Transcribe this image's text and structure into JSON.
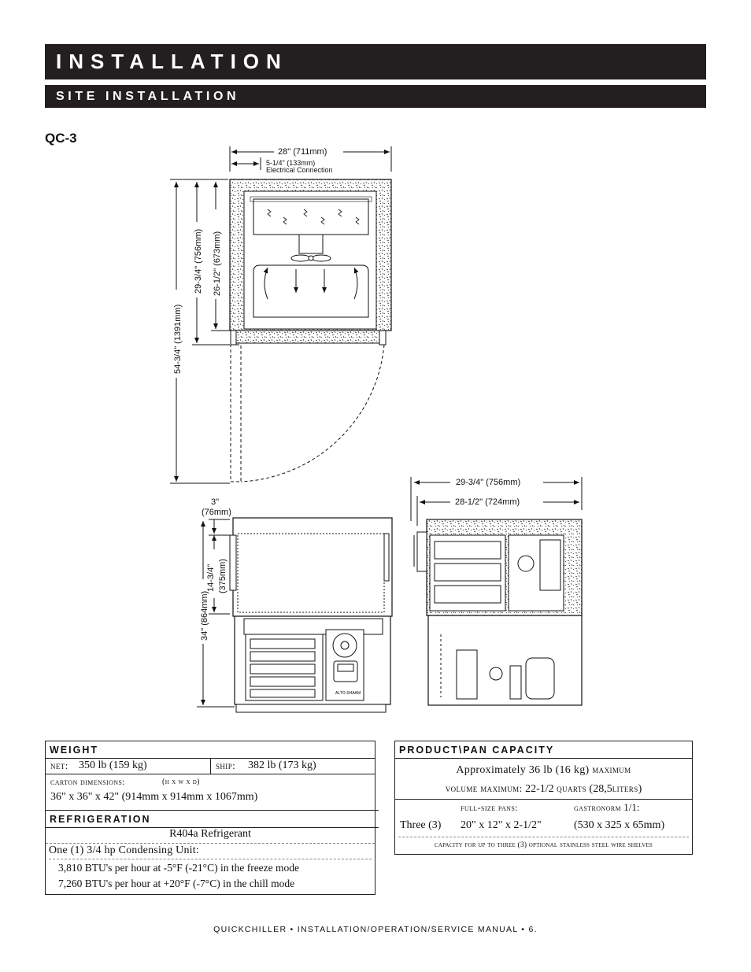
{
  "header": {
    "title": "INSTALLATION",
    "subtitle": "SITE INSTALLATION"
  },
  "model": "QC-3",
  "dimensions": {
    "width_top": "28\"  (711mm)",
    "elec_offset": "5-1/4\"  (133mm)",
    "elec_label": "Electrical Connection",
    "door_swing": "54-3/4\"  (1391mm)",
    "depth_outer": "29-3/4\"  (756mm)",
    "depth_inner": "26-1/2\"  (673mm)",
    "side_depth_outer": "29-3/4\"  (756mm)",
    "side_depth_inner": "28-1/2\"  (724mm)",
    "top_gap_value": "3\"",
    "top_gap_mm": "(76mm)",
    "cabinet_height_value": "14-3/4\"",
    "cabinet_height_mm": "(375mm)",
    "overall_height": "34\" (864mm)",
    "brand": "ALTO-SHAAM"
  },
  "weight": {
    "heading": "WEIGHT",
    "net_label": "net:",
    "net_value": "350 lb (159 kg)",
    "ship_label": "ship:",
    "ship_value": "382 lb (173 kg)",
    "carton_label": "carton dimensions:",
    "carton_hwd": "(h x w x d)",
    "carton_value": "36\" x 36\" x 42\" (914mm x 914mm x 1067mm)"
  },
  "refrigeration": {
    "heading": "REFRIGERATION",
    "refrigerant": "R404a Refrigerant",
    "unit": "One (1) 3/4 hp Condensing Unit:",
    "freeze": "3,810 BTU's per hour at -5°F (-21°C) in the freeze mode",
    "chill": "7,260 BTU's per hour at +20°F (-7°C) in the chill mode"
  },
  "capacity": {
    "heading": "PRODUCT\\PAN CAPACITY",
    "approx": "Approximately 36 lb (16 kg)",
    "approx_max": "maximum",
    "volume_label": "volume maximum:",
    "volume_value": "22-1/2",
    "quarts": "quarts",
    "liters_open": "(28,5",
    "liters": "liters",
    "liters_close": ")",
    "fullsize_label": "full-size pans:",
    "gastro_label": "gastronorm",
    "gastro_ratio": "1/1:",
    "qty": "Three (3)",
    "fullsize_value": "20\" x 12\" x 2-1/2\"",
    "gastro_value": "(530 x 325 x 65mm)",
    "note": "capacity for up to three (3) optional stainless steel wire shelves"
  },
  "footer": "QUICKCHILLER • INSTALLATION/OPERATION/SERVICE MANUAL • 6."
}
